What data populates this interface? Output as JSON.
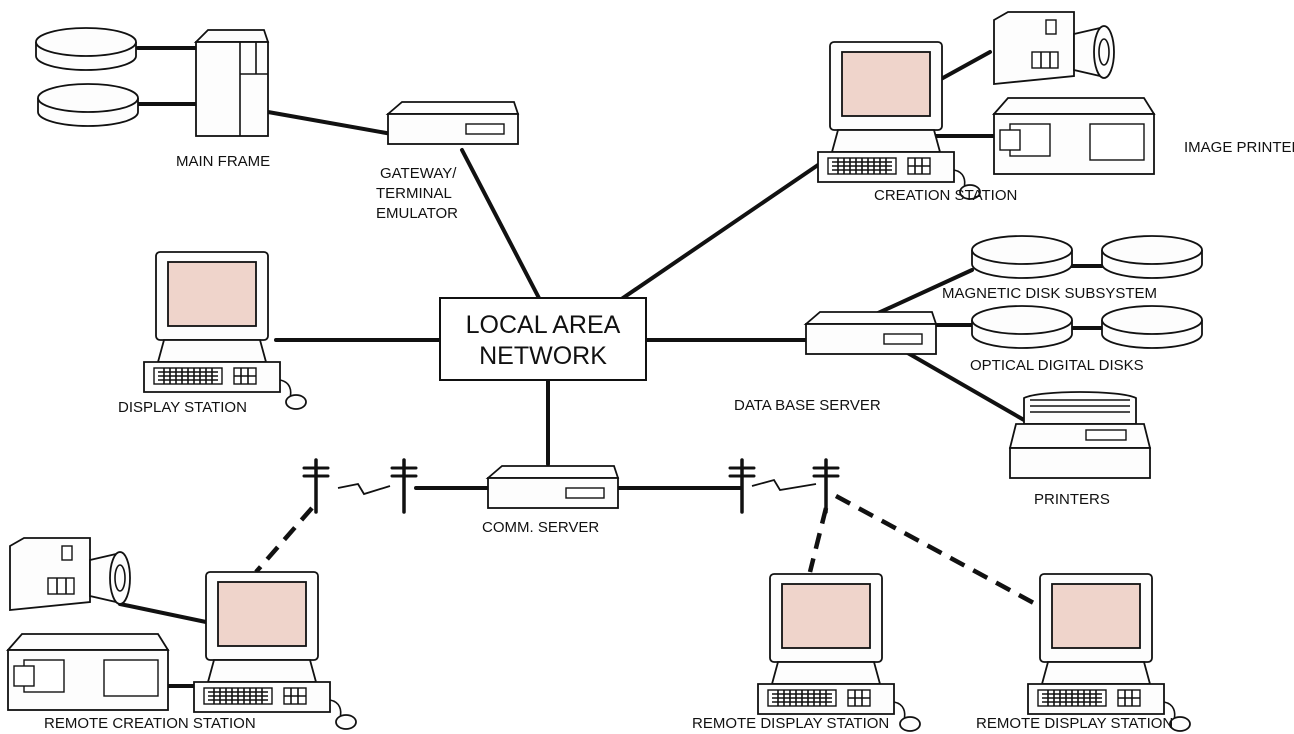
{
  "hub": {
    "line1": "LOCAL AREA",
    "line2": "NETWORK"
  },
  "labels": {
    "main_frame": "MAIN FRAME",
    "gateway_1": "GATEWAY/",
    "gateway_2": "TERMINAL",
    "gateway_3": "EMULATOR",
    "creation_station": "CREATION STATION",
    "image_printer": "IMAGE PRINTER",
    "display_station": "DISPLAY STATION",
    "magnetic_disk": "MAGNETIC DISK SUBSYSTEM",
    "optical_disks": "OPTICAL DIGITAL DISKS",
    "data_base_server": "DATA BASE SERVER",
    "printers": "PRINTERS",
    "comm_server": "COMM. SERVER",
    "remote_creation": "REMOTE CREATION STATION",
    "remote_display_1": "REMOTE DISPLAY STATION",
    "remote_display_2": "REMOTE DISPLAY STATION"
  }
}
